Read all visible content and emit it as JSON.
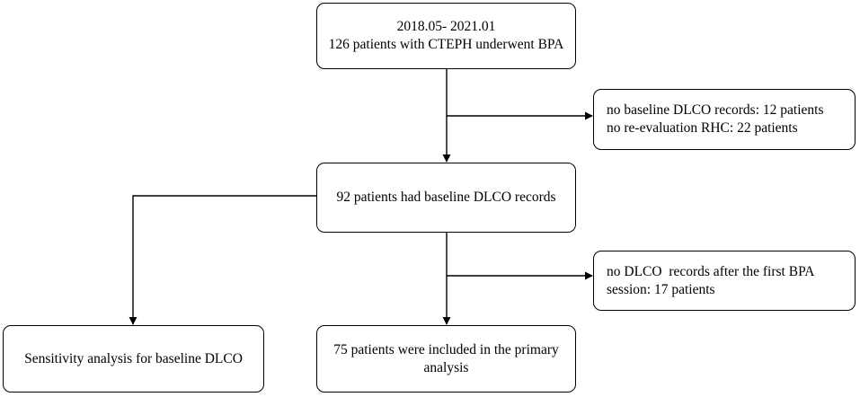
{
  "boxes": {
    "start": {
      "line1": "2018.05- 2021.01",
      "line2": "126 patients with CTEPH underwent BPA"
    },
    "exclusion_1": {
      "line1": "no baseline DLCO records: 12 patients",
      "line2": "no re-evaluation RHC: 22 patients"
    },
    "baseline": {
      "text": "92 patients had baseline DLCO records"
    },
    "exclusion_2": {
      "line1": "no DLCO  records after the first BPA",
      "line2": "session: 17 patients"
    },
    "sensitivity": {
      "text": "Sensitivity analysis for baseline DLCO"
    },
    "primary": {
      "line1": "75 patients were included in the primary",
      "line2": "analysis"
    }
  },
  "colors": {
    "line": "#000000",
    "box_border": "#000000",
    "background": "#ffffff"
  }
}
